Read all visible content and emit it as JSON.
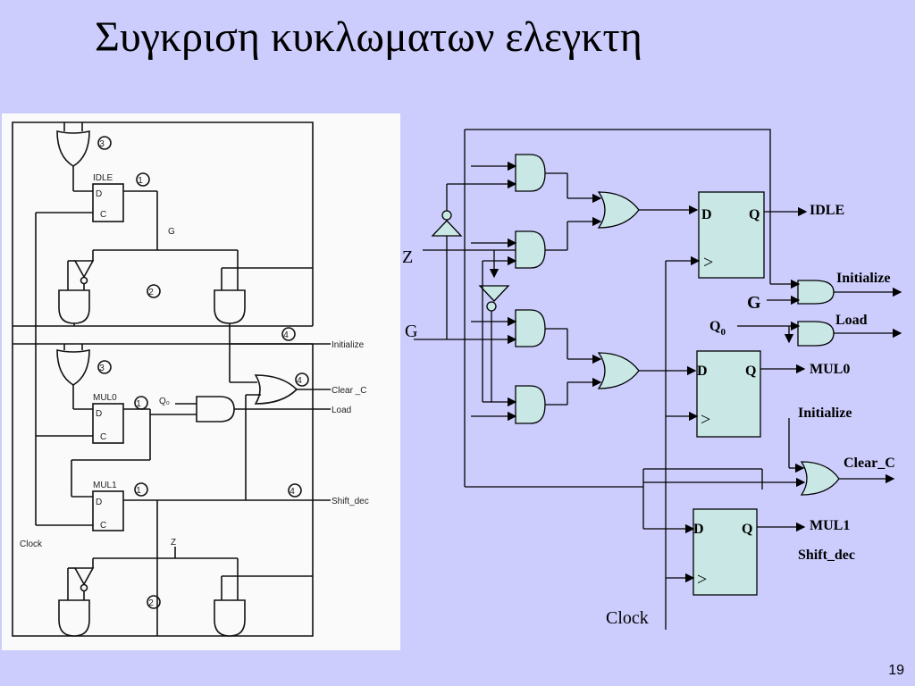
{
  "slide": {
    "title": "Συγκριση κυκλωματων ελεγκτη",
    "number": "19"
  },
  "left_diagram": {
    "circled": [
      "3",
      "1",
      "2",
      "4",
      "3",
      "1",
      "4",
      "1",
      "4",
      "2"
    ],
    "labels": {
      "idle": "IDLE",
      "mul0": "MUL0",
      "mul1": "MUL1",
      "d": "D",
      "c": "C",
      "g": "G",
      "z": "Z",
      "q0": "Q₀",
      "initialize": "Initialize",
      "clear_c": "Clear _C",
      "load": "Load",
      "shift_dec": "Shift_dec",
      "clock": "Clock"
    }
  },
  "right_diagram": {
    "inputs": {
      "z": "Z",
      "g": "G",
      "g2": "G",
      "q0": "Q",
      "q0_sub": "0",
      "clock": "Clock"
    },
    "ff_labels": {
      "d": "D",
      "q": "Q",
      "clk": ">"
    },
    "outputs": {
      "idle": "IDLE",
      "initialize": "Initialize",
      "load": "Load",
      "mul0": "MUL0",
      "initialize2": "Initialize",
      "clear_c": "Clear_C",
      "mul1": "MUL1",
      "shift_dec": "Shift_dec"
    },
    "colors": {
      "gate_fill": "#c8e7e5",
      "background": "#cccdfd"
    }
  }
}
